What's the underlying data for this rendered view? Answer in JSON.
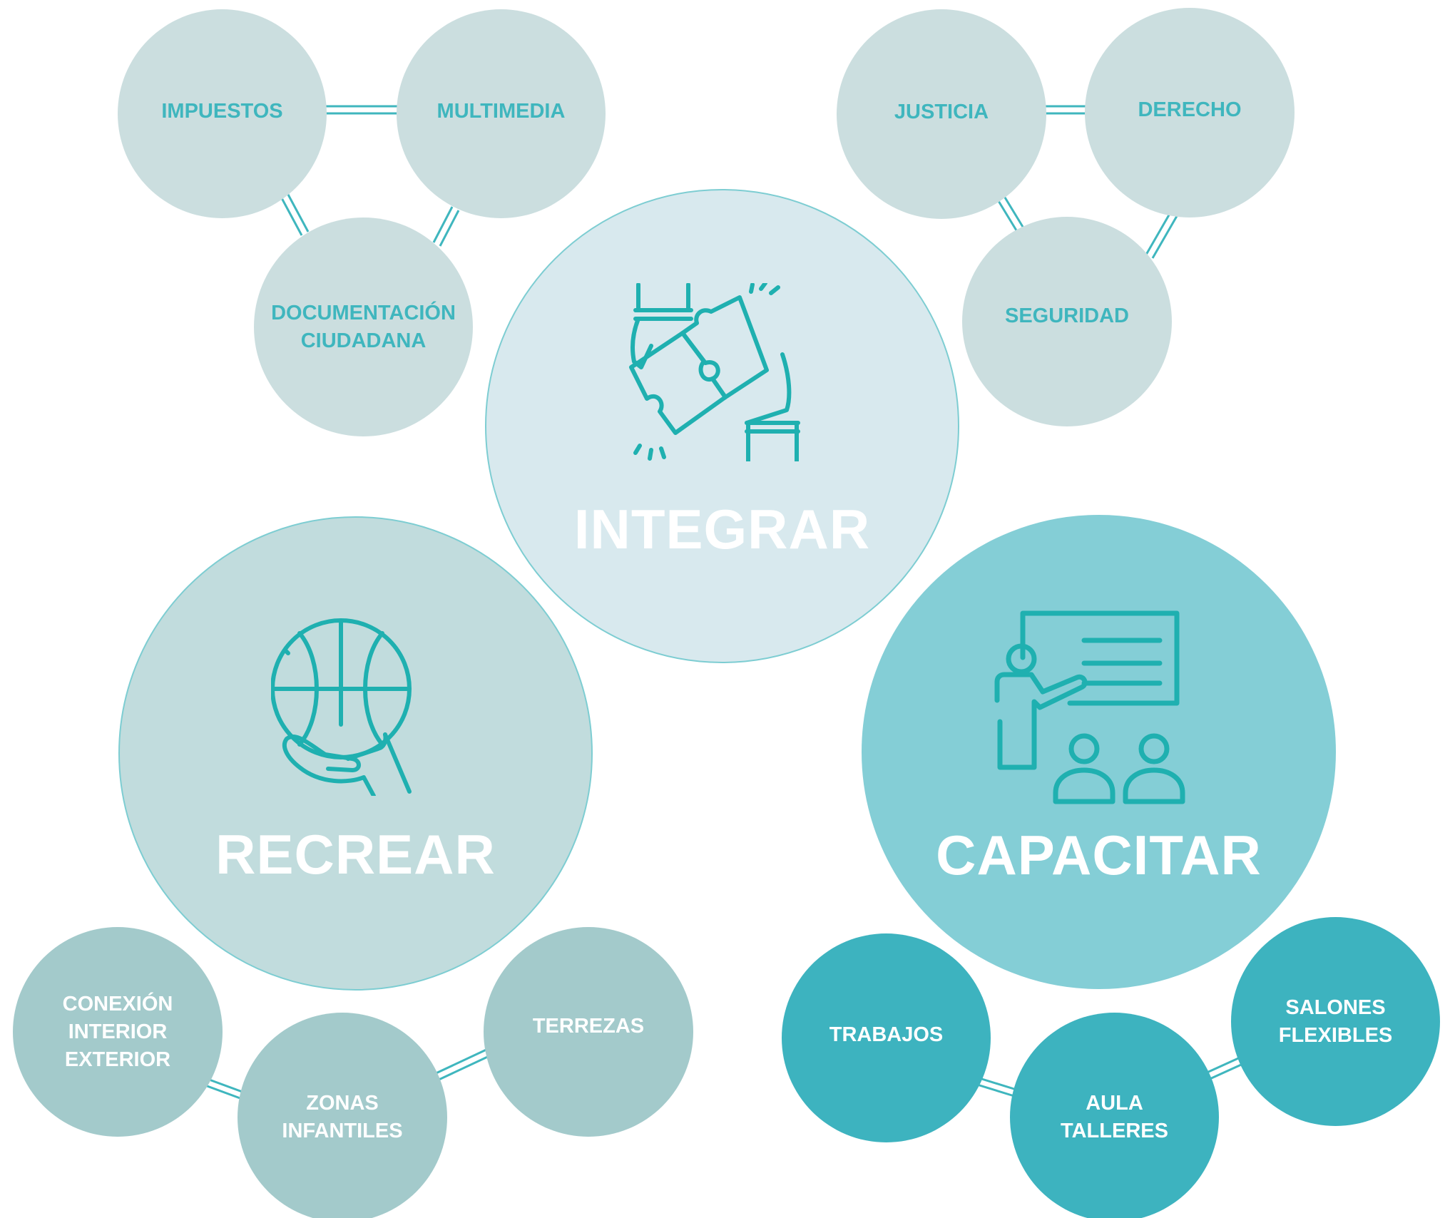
{
  "integrar": {
    "title": "INTEGRAR",
    "icon": "puzzle-hands-icon",
    "left_cluster": [
      "IMPUESTOS",
      "MULTIMEDIA",
      [
        "DOCUMENTACIÓN",
        "CIUDADANA"
      ]
    ],
    "right_cluster": [
      "JUSTICIA",
      "DERECHO",
      "SEGURIDAD"
    ]
  },
  "recrear": {
    "title": "RECREAR",
    "icon": "basketball-in-hand-icon",
    "items": [
      [
        "CONEXIÓN",
        "INTERIOR",
        "EXTERIOR"
      ],
      [
        "ZONAS",
        "INFANTILES"
      ],
      "TERREZAS"
    ]
  },
  "capacitar": {
    "title": "CAPACITAR",
    "icon": "presentation-teacher-icon",
    "items": [
      "TRABAJOS",
      [
        "AULA",
        "TALLERES"
      ],
      [
        "SALONES",
        "FLEXIBLES"
      ]
    ]
  },
  "colors": {
    "grey_circle": "#cbdedf",
    "integrar_circle": "#d8e9ee",
    "recrear_circle": "#c1dcdd",
    "capacitar_circle": "#84ced6",
    "recrear_small": "#a3cacb",
    "capacitar_small": "#3db3bf",
    "teal_text": "#3fb6be",
    "icon_stroke": "#1fb0b0"
  }
}
